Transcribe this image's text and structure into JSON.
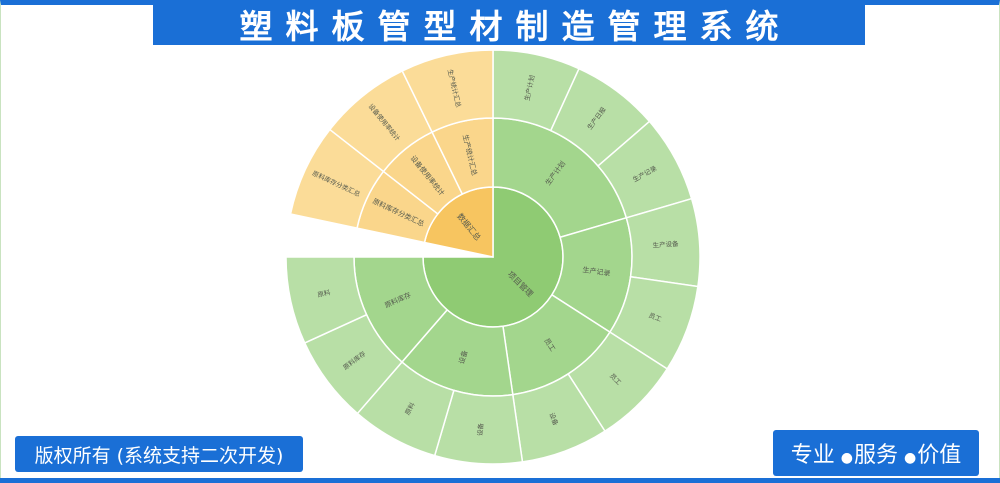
{
  "header": {
    "title": "塑料板管型材制造管理系统"
  },
  "footer": {
    "copyright": "版权所有 (系统支持二次开发)",
    "slogan": [
      "专业",
      "服务",
      "价值"
    ]
  },
  "colors": {
    "brand_blue": "#1a6fd6",
    "green_inner": "#8fcb73",
    "green_mid": "#a3d68d",
    "green_outer": "#b8dfa6",
    "orange_inner": "#f7c560",
    "orange_mid": "#fad68b",
    "orange_outer": "#fbdc98"
  },
  "chart_data": {
    "type": "sunburst",
    "start_angle_deg": 0,
    "direction": "clockwise",
    "children": [
      {
        "name": "项目管理",
        "value": 11,
        "color_key": "green",
        "children": [
          {
            "name": "生产计划",
            "value": 3,
            "children": [
              {
                "name": "生产计划",
                "value": 1
              },
              {
                "name": "生产日报",
                "value": 1
              },
              {
                "name": "生产记录",
                "value": 1
              }
            ]
          },
          {
            "name": "生产记录",
            "value": 2,
            "children": [
              {
                "name": "生产设备",
                "value": 1
              },
              {
                "name": "员工",
                "value": 1
              }
            ]
          },
          {
            "name": "员工",
            "value": 2,
            "children": [
              {
                "name": "员工",
                "value": 1
              },
              {
                "name": "设备",
                "value": 1
              }
            ]
          },
          {
            "name": "设备",
            "value": 2,
            "children": [
              {
                "name": "设备",
                "value": 1
              },
              {
                "name": "原料",
                "value": 1
              }
            ]
          },
          {
            "name": "原料库存",
            "value": 2,
            "children": [
              {
                "name": "原料库存",
                "value": 1
              },
              {
                "name": "原料",
                "value": 1
              }
            ]
          }
        ]
      },
      {
        "name": "数据汇总",
        "value": 3,
        "color_key": "orange",
        "children": [
          {
            "name": "原料库存分类汇总",
            "value": 1,
            "children": [
              {
                "name": "原料库存分类汇总",
                "value": 1
              }
            ]
          },
          {
            "name": "设备使用率统计",
            "value": 1,
            "children": [
              {
                "name": "设备使用率统计",
                "value": 1
              }
            ]
          },
          {
            "name": "生产统计汇总",
            "value": 1,
            "children": [
              {
                "name": "生产统计汇总",
                "value": 1
              }
            ]
          }
        ]
      }
    ]
  }
}
